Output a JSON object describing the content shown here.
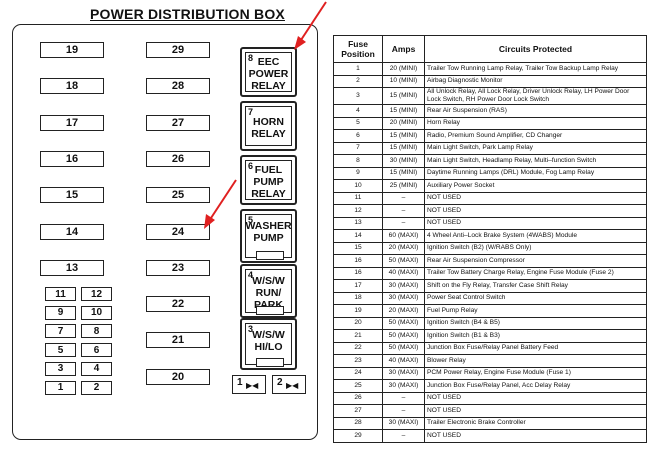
{
  "title": "POWER DISTRIBUTION BOX",
  "fuses_left_column": [
    "19",
    "18",
    "17",
    "16",
    "15",
    "14",
    "13"
  ],
  "fuses_middle_column": [
    "29",
    "28",
    "27",
    "26",
    "25",
    "24",
    "23",
    "22",
    "21",
    "20"
  ],
  "mini_fuses": [
    [
      "11",
      "12"
    ],
    [
      "9",
      "10"
    ],
    [
      "7",
      "8"
    ],
    [
      "5",
      "6"
    ],
    [
      "3",
      "4"
    ],
    [
      "1",
      "2"
    ]
  ],
  "relays": [
    {
      "num": "8",
      "label": "EEC\nPOWER\nRELAY"
    },
    {
      "num": "7",
      "label": "HORN\nRELAY"
    },
    {
      "num": "6",
      "label": "FUEL\nPUMP\nRELAY"
    },
    {
      "num": "5",
      "label": "WASHER\nPUMP"
    },
    {
      "num": "4",
      "label": "W/S/W\nRUN/\nPARK"
    },
    {
      "num": "3",
      "label": "W/S/W\nHI/LO"
    }
  ],
  "circuit_breakers": [
    "1",
    "2"
  ],
  "arrow_color": "#e02020",
  "table": {
    "headers": [
      "Fuse Position",
      "Amps",
      "Circuits Protected"
    ],
    "rows": [
      [
        "1",
        "20 (MINI)",
        "Trailer Tow Running Lamp Relay, Trailer Tow Backup Lamp Relay"
      ],
      [
        "2",
        "10 (MINI)",
        "Airbag Diagnostic Monitor"
      ],
      [
        "3",
        "15 (MINI)",
        "All Unlock Relay, All Lock Relay, Driver Unlock Relay, LH Power Door Lock Switch, RH Power Door Lock Switch"
      ],
      [
        "4",
        "15 (MINI)",
        "Rear Air Suspension (RAS)"
      ],
      [
        "5",
        "20 (MINI)",
        "Horn Relay"
      ],
      [
        "6",
        "15 (MINI)",
        "Radio, Premium Sound Amplifier, CD Changer"
      ],
      [
        "7",
        "15 (MINI)",
        "Main Light Switch, Park Lamp Relay"
      ],
      [
        "8",
        "30 (MINI)",
        "Main Light Switch, Headlamp Relay, Multi–function Switch"
      ],
      [
        "9",
        "15 (MINI)",
        "Daytime Running Lamps (DRL) Module, Fog Lamp Relay"
      ],
      [
        "10",
        "25 (MINI)",
        "Auxiliary Power Socket"
      ],
      [
        "11",
        "–",
        "NOT USED"
      ],
      [
        "12",
        "–",
        "NOT USED"
      ],
      [
        "13",
        "–",
        "NOT USED"
      ],
      [
        "14",
        "60 (MAXI)",
        "4 Wheel Anti–Lock Brake System (4WABS) Module"
      ],
      [
        "15",
        "20 (MAXI)",
        "Ignition Switch (B2) (W/RABS Only)"
      ],
      [
        "16",
        "50 (MAXI)",
        "Rear Air Suspension Compressor"
      ],
      [
        "16",
        "40 (MAXI)",
        "Trailer Tow Battery Charge Relay, Engine Fuse Module (Fuse 2)"
      ],
      [
        "17",
        "30 (MAXI)",
        "Shift on the Fly Relay, Transfer Case Shift Relay"
      ],
      [
        "18",
        "30 (MAXI)",
        "Power Seat Control Switch"
      ],
      [
        "19",
        "20 (MAXI)",
        "Fuel Pump Relay"
      ],
      [
        "20",
        "50 (MAXI)",
        "Ignition Switch (B4 & B5)"
      ],
      [
        "21",
        "50 (MAXI)",
        "Ignition Switch (B1 & B3)"
      ],
      [
        "22",
        "50 (MAXI)",
        "Junction Box Fuse/Relay Panel Battery Feed"
      ],
      [
        "23",
        "40 (MAXI)",
        "Blower Relay"
      ],
      [
        "24",
        "30 (MAXI)",
        "PCM Power Relay, Engine Fuse Module (Fuse 1)"
      ],
      [
        "25",
        "30 (MAXI)",
        "Junction Box Fuse/Relay Panel, Acc Delay Relay"
      ],
      [
        "26",
        "–",
        "NOT USED"
      ],
      [
        "27",
        "–",
        "NOT USED"
      ],
      [
        "28",
        "30 (MAXI)",
        "Trailer Electronic Brake Controller"
      ],
      [
        "29",
        "–",
        "NOT USED"
      ]
    ]
  }
}
